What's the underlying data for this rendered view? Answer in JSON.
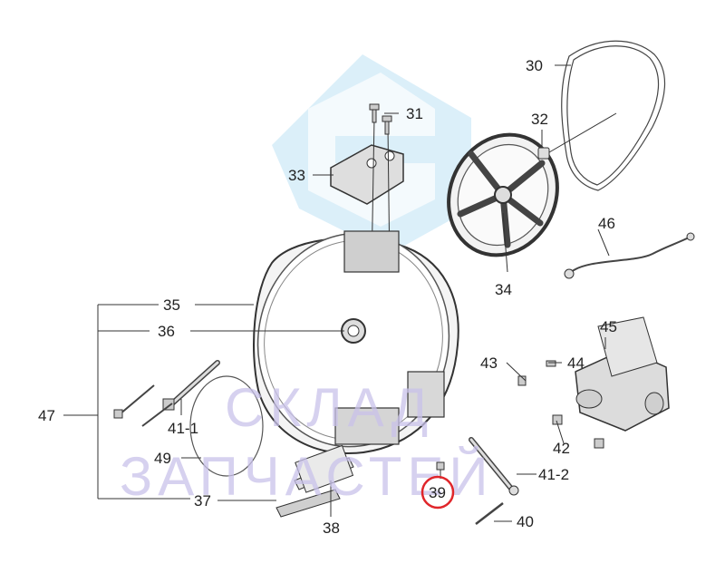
{
  "watermark": {
    "line1": "СКЛАД",
    "line2": "ЗАПЧАСТЕЙ",
    "color": "#c9c2ea",
    "logo_color": "#9fd3ee"
  },
  "labels": {
    "p30": "30",
    "p31": "31",
    "p32": "32",
    "p33": "33",
    "p34": "34",
    "p35": "35",
    "p36": "36",
    "p37": "37",
    "p38": "38",
    "p39": "39",
    "p40": "40",
    "p41_1": "41-1",
    "p41_2": "41-2",
    "p42": "42",
    "p43": "43",
    "p44": "44",
    "p45": "45",
    "p46": "46",
    "p47": "47",
    "p49": "49"
  },
  "highlight": {
    "part": "39",
    "color": "#e0262b"
  }
}
